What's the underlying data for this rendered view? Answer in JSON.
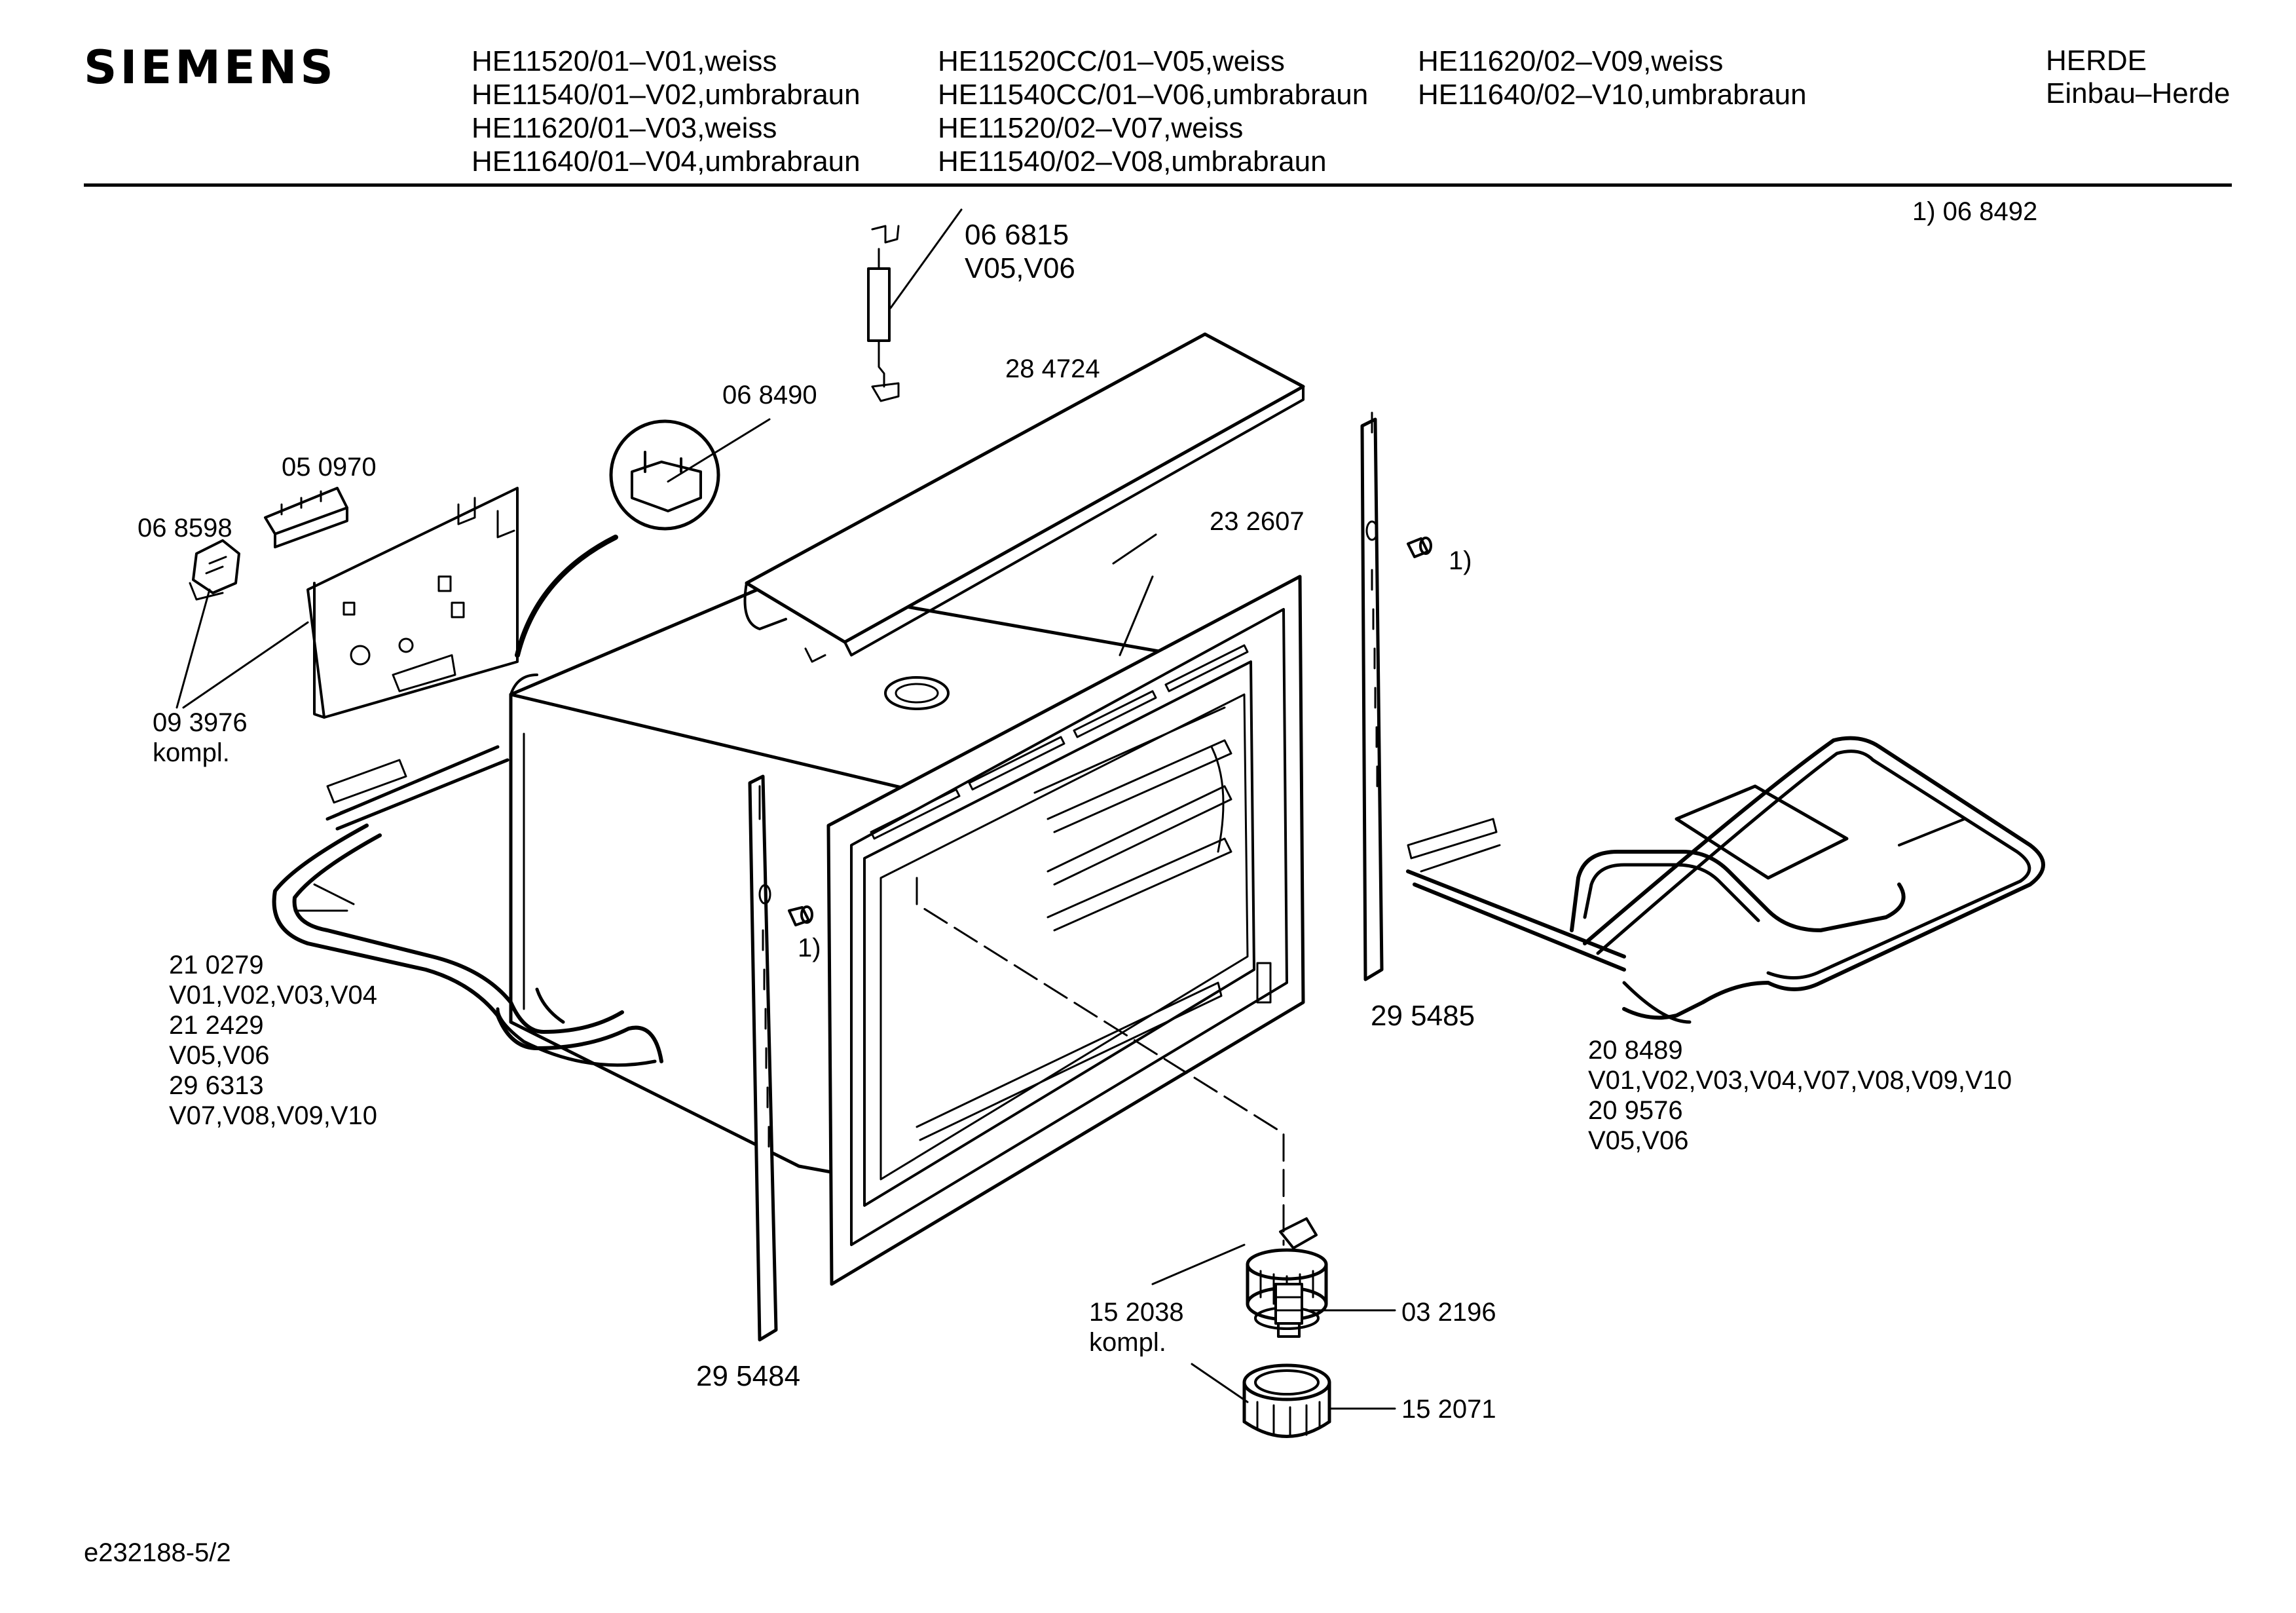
{
  "header": {
    "brand": "SIEMENS",
    "model_columns": [
      [
        "HE11520/01–V01,weiss",
        "HE11540/01–V02,umbrabraun",
        "HE11620/01–V03,weiss",
        "HE11640/01–V04,umbrabraun"
      ],
      [
        "HE11520CC/01–V05,weiss",
        "HE11540CC/01–V06,umbrabraun",
        "HE11520/02–V07,weiss",
        "HE11540/02–V08,umbrabraun"
      ],
      [
        "HE11620/02–V09,weiss",
        "HE11640/02–V10,umbrabraun"
      ]
    ],
    "category": [
      "HERDE",
      "Einbau–Herde"
    ]
  },
  "footnote": "1)  06 8492",
  "parts": {
    "p066815": [
      "06 6815",
      "V05,V06"
    ],
    "p284724": "28 4724",
    "p068490": "06 8490",
    "p050970": "05 0970",
    "p068598": "06 8598",
    "p232607": "23 2607",
    "p093976": [
      "09 3976",
      "kompl."
    ],
    "ref_right": "1)",
    "ref_left": "1)",
    "p_left_heater": [
      "21 0279",
      "V01,V02,V03,V04",
      "21 2429",
      "V05,V06",
      "29 6313",
      "V07,V08,V09,V10"
    ],
    "p295485": "29 5485",
    "p_right_heater": [
      "20 8489",
      "V01,V02,V03,V04,V07,V08,V09,V10",
      "20 9576",
      "V05,V06"
    ],
    "p152038": [
      "15 2038",
      "kompl."
    ],
    "p032196": "03 2196",
    "p295484": "29 5484",
    "p152071": "15 2071"
  },
  "footer": {
    "code": "e232188-5/2"
  }
}
